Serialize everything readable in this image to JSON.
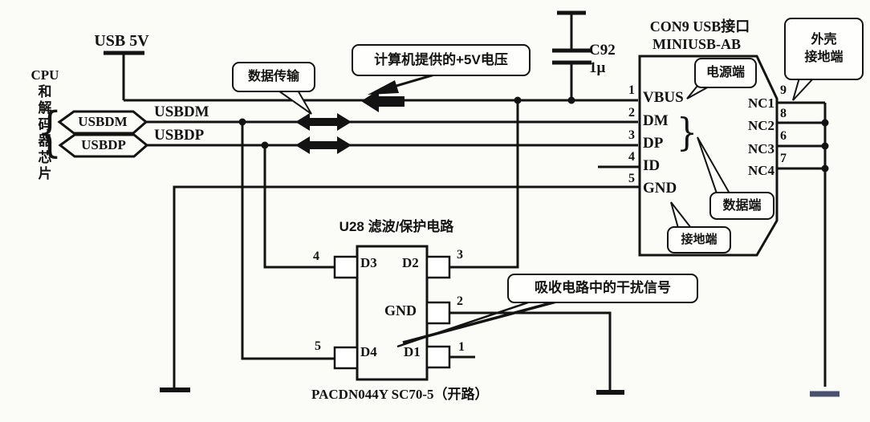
{
  "colors": {
    "ink": "#131313",
    "paper": "#fbfbf7",
    "faded_ground": "#4a5070"
  },
  "power_rail": {
    "label": "USB 5V"
  },
  "cpu_block": {
    "label": "CPU\n和\n解\n码\n器\n芯\n片",
    "brace": "{"
  },
  "signal_tags": {
    "usbdm": "USBDM",
    "usbdp": "USBDP"
  },
  "net_labels": {
    "usbdm": "USBDM",
    "usbdp": "USBDP"
  },
  "capacitor": {
    "ref": "C92",
    "value": "1μ"
  },
  "connector": {
    "title": "CON9 USB接口",
    "subtitle": "MINIUSB-AB",
    "brace": "}",
    "left_pins": [
      {
        "num": "1",
        "name": "VBUS"
      },
      {
        "num": "2",
        "name": "DM"
      },
      {
        "num": "3",
        "name": "DP"
      },
      {
        "num": "4",
        "name": "ID"
      },
      {
        "num": "5",
        "name": "GND"
      }
    ],
    "right_pins": [
      {
        "num": "9",
        "name": "NC1"
      },
      {
        "num": "8",
        "name": "NC2"
      },
      {
        "num": "6",
        "name": "NC3"
      },
      {
        "num": "7",
        "name": "NC4"
      }
    ]
  },
  "u28": {
    "title": "U28 滤波/保护电路",
    "part": "PACDN044Y SC70-5（开路）",
    "pads": {
      "d3": "D3",
      "d2": "D2",
      "gnd": "GND",
      "d4": "D4",
      "d1": "D1"
    },
    "pin_nums": {
      "p4": "4",
      "p5": "5",
      "p3": "3",
      "p2": "2",
      "p1": "1"
    }
  },
  "callouts": {
    "data_transfer": "数据传输",
    "computer_5v": "计算机提供的+5V电压",
    "power_terminal": "电源端",
    "data_terminal": "数据端",
    "ground_terminal": "接地端",
    "shell_ground": "外壳\n接地端",
    "absorb_noise": "吸收电路中的干扰信号"
  }
}
